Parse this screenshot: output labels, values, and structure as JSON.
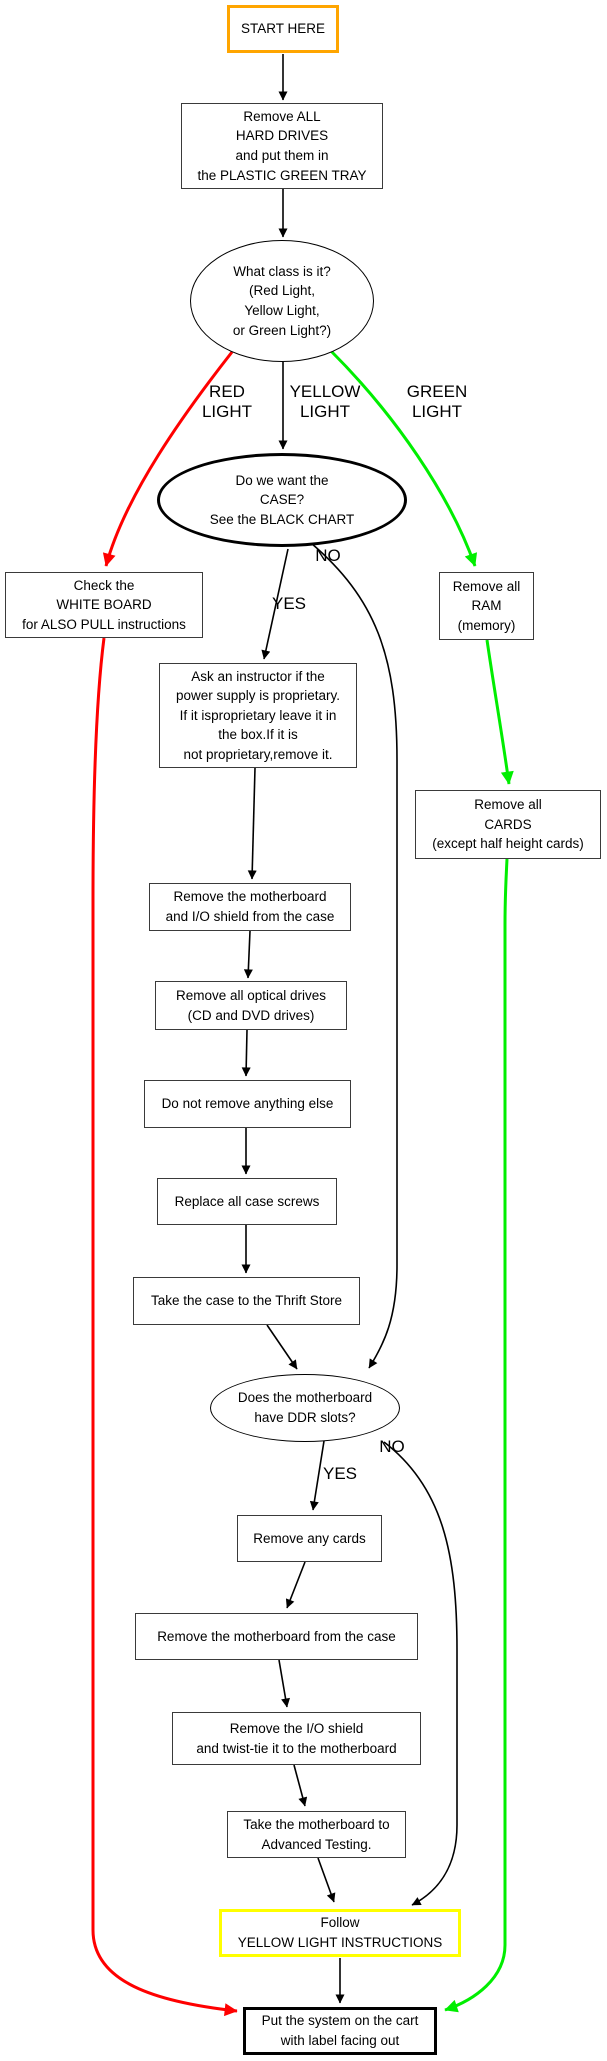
{
  "colors": {
    "start_border": "#ffa500",
    "yellow_border": "#ffff00",
    "red_path": "#ff0000",
    "green_path": "#00ee00",
    "edge_black": "#000000",
    "box_border": "#3a3a3a",
    "background": "#ffffff"
  },
  "nodes": {
    "start": {
      "label": "START HERE"
    },
    "hard_drives": {
      "label": "Remove ALL\nHARD DRIVES\nand put them in\nthe PLASTIC GREEN TRAY"
    },
    "class_q": {
      "label": "What class is it?\n(Red Light,\nYellow Light,\nor Green Light?)"
    },
    "case_q": {
      "label": "Do we want the\nCASE?\nSee the BLACK CHART"
    },
    "white_board": {
      "label": "Check the\nWHITE BOARD\nfor ALSO PULL instructions"
    },
    "ram": {
      "label": "Remove all\nRAM\n(memory)"
    },
    "power_supply": {
      "label": "Ask an instructor if the\npower supply is proprietary.\nIf it isproprietary leave it in\nthe box.If it is\nnot proprietary,remove it."
    },
    "cards": {
      "label": "Remove all\nCARDS\n(except half height cards)"
    },
    "mobo_io": {
      "label": "Remove the motherboard\nand I/O shield from the case"
    },
    "optical": {
      "label": "Remove all optical drives\n(CD and DVD drives)"
    },
    "do_not_remove": {
      "label": "Do not remove anything else"
    },
    "replace_screws": {
      "label": "Replace all case screws"
    },
    "thrift": {
      "label": "Take the case to the Thrift Store"
    },
    "ddr_q": {
      "label": "Does the motherboard\nhave DDR slots?"
    },
    "any_cards": {
      "label": "Remove any cards"
    },
    "mobo_case": {
      "label": "Remove the motherboard from the case"
    },
    "io_shield": {
      "label": "Remove the I/O shield\nand twist-tie it to the motherboard"
    },
    "adv_testing": {
      "label": "Take the motherboard to\nAdvanced Testing."
    },
    "follow_yellow": {
      "label": "Follow\nYELLOW LIGHT INSTRUCTIONS"
    },
    "cart": {
      "label": "Put the system on the cart\nwith label facing out"
    }
  },
  "edge_labels": {
    "red_light": "RED\nLIGHT",
    "yellow_light": "YELLOW\nLIGHT",
    "green_light": "GREEN\nLIGHT",
    "case_yes": "YES",
    "case_no": "NO",
    "ddr_yes": "YES",
    "ddr_no": "NO"
  }
}
